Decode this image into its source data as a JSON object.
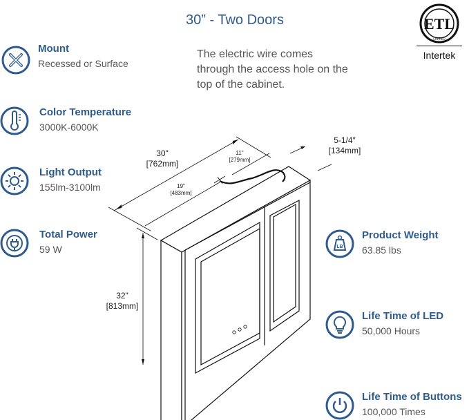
{
  "title": "30” - Two Doors",
  "note": "The electric wire comes through the access hole on the top of the cabinet.",
  "certification": {
    "logo_text": "ETL",
    "logo_sub": "LISTED",
    "brand": "Intertek"
  },
  "accent_color": "#2f5b8b",
  "left_specs": [
    {
      "icon": "tools-icon",
      "label": "Mount",
      "value": "Recessed or Surface"
    },
    {
      "icon": "thermometer-icon",
      "label": "Color Temperature",
      "value": "3000K-6000K"
    },
    {
      "icon": "sun-icon",
      "label": "Light Output",
      "value": "155lm-3100lm"
    },
    {
      "icon": "plug-icon",
      "label": "Total Power",
      "value": "59 W"
    }
  ],
  "right_specs": [
    {
      "icon": "weight-icon",
      "label": "Product Weight",
      "value": "63.85 lbs",
      "icon_text": "LB"
    },
    {
      "icon": "lightbulb-icon",
      "label": "Life Time of LED",
      "value": "50,000 Hours"
    },
    {
      "icon": "power-icon",
      "label": "Life Time of Buttons",
      "value": "100,000 Times"
    }
  ],
  "dimensions": {
    "width": {
      "in": "30\"",
      "mm": "[762mm]"
    },
    "hole_right": {
      "in": "11\"",
      "mm": "[279mm]"
    },
    "hole_left": {
      "in": "19\"",
      "mm": "[483mm]"
    },
    "depth": {
      "in": "5-1/4″",
      "mm": "[134mm]"
    },
    "height": {
      "in": "32\"",
      "mm": "[813mm]"
    }
  }
}
